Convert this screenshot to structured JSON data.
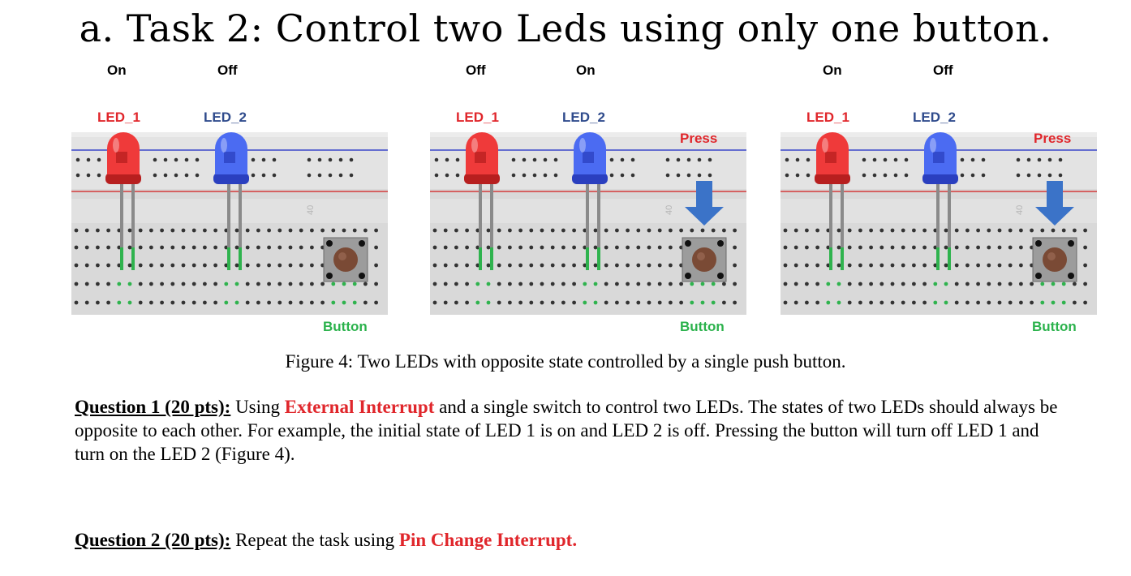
{
  "title": "a. Task 2: Control two Leds using only one button.",
  "panels": [
    {
      "led1_state": "On",
      "led2_state": "Off",
      "led1_label": "LED_1",
      "led2_label": "LED_2",
      "press_label": "",
      "button_label": "Button",
      "pressed": false
    },
    {
      "led1_state": "Off",
      "led2_state": "On",
      "led1_label": "LED_1",
      "led2_label": "LED_2",
      "press_label": "Press",
      "button_label": "Button",
      "pressed": true
    },
    {
      "led1_state": "On",
      "led2_state": "Off",
      "led1_label": "LED_1",
      "led2_label": "LED_2",
      "press_label": "Press",
      "button_label": "Button",
      "pressed": true
    }
  ],
  "caption": "Figure 4: Two LEDs with opposite state controlled by a single push button.",
  "question1": {
    "heading": "Question 1 (20 pts):",
    "text_a": " Using ",
    "highlight": "External Interrupt",
    "text_b": " and a single switch to control two LEDs. The states of two LEDs should always be opposite to each other. For example, the initial state of LED 1 is on and LED 2 is off. Pressing the button will turn off LED 1 and turn on the LED 2 (Figure 4)."
  },
  "question2": {
    "heading": "Question 2 (20 pts):",
    "text_a": " Repeat the task using ",
    "highlight": "Pin Change Interrupt."
  },
  "colors": {
    "red": "#e0262b",
    "blue_label": "#2f4b8c",
    "green": "#2bb24c",
    "arrow": "#3b73c8"
  }
}
